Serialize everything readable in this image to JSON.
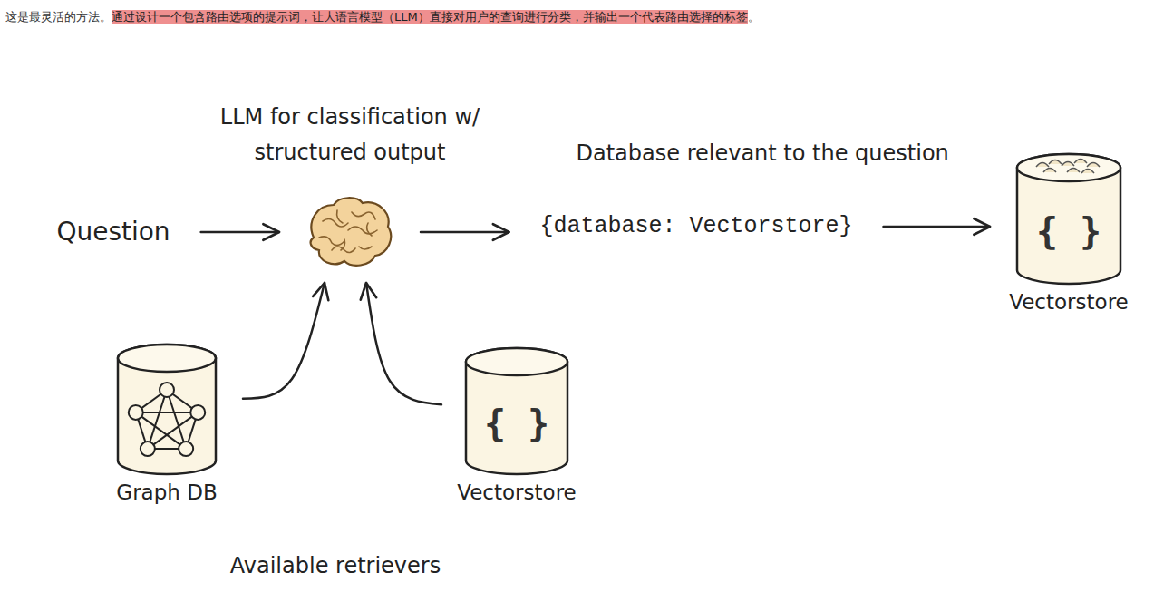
{
  "diagram": {
    "nodes": [
      {
        "text": [
          "Question"
        ]
      },
      {
        "text": [
          "LLM for classification w/ structured output"
        ]
      },
      {
        "text": [
          "Database relevant to the question",
          "{database: Vectorstore}"
        ]
      },
      {
        "text": [
          "{ }",
          "Vectorstore"
        ]
      },
      {
        "text": [
          "Graph DB"
        ]
      },
      {
        "text": [
          "{ }",
          "Vectorstore"
        ]
      }
    ],
    "edges": [
      {
        "from": 0,
        "to": 1,
        "arrow": "to"
      },
      {
        "from": 1,
        "to": 2,
        "arrow": "to"
      },
      {
        "from": 2,
        "to": 3,
        "arrow": "to"
      },
      {
        "from": 4,
        "to": 1,
        "arrow": "to"
      },
      {
        "from": 5,
        "to": 1,
        "arrow": "to"
      }
    ],
    "labels": [
      "这是最灵活的方法。",
      "通过设计一个包含路由选项的提示词，让大语言模型（LLM）直接对用户的查询进行分类，并输出一个代表路由选择的标签",
      "。",
      "Available retrievers"
    ]
  }
}
